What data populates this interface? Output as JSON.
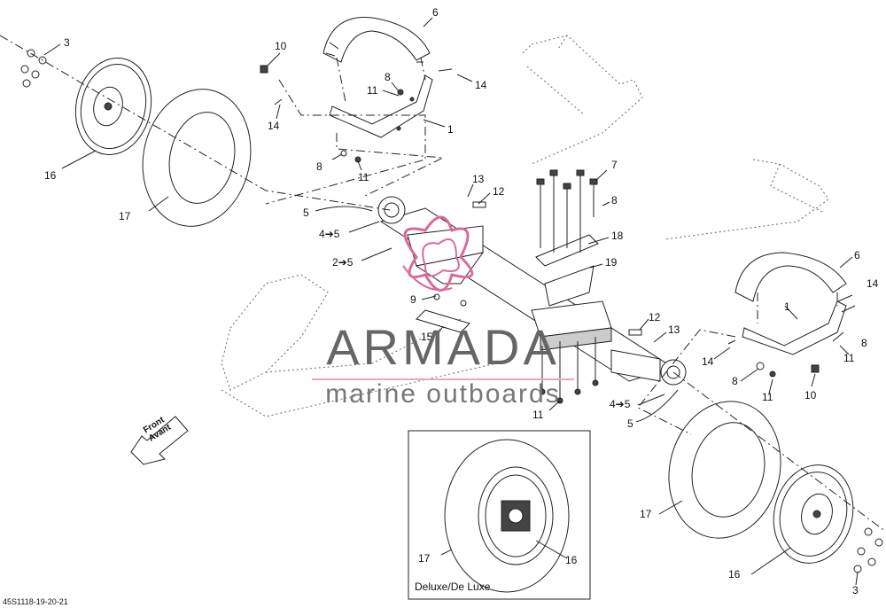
{
  "diagram": {
    "reference_code": "45S1118-19-20-21",
    "front_label": [
      "Front",
      "Avant"
    ],
    "inset_caption": "Deluxe/De Luxe",
    "brand": {
      "name": "ARMADA",
      "tagline": "marine outboards",
      "colors": {
        "text": "#666666",
        "accent": "#e7a8c4",
        "logo": "#d86a9a"
      }
    },
    "callouts": {
      "c3a": "3",
      "c6a": "6",
      "c10a": "10",
      "c8a": "8",
      "c11a": "11",
      "c14a": "14",
      "c1a": "1",
      "c14b": "14",
      "c16a": "16",
      "c8b": "8",
      "c11b": "11",
      "c17a": "17",
      "c5a": "5",
      "c45a": "4➔5",
      "c25a": "2➔5",
      "c13a": "13",
      "c12a": "12",
      "c7a": "7",
      "c8c": "8",
      "c18a": "18",
      "c19a": "19",
      "c9a": "9",
      "c15a": "15",
      "c12b": "12",
      "c13b": "13",
      "c11c": "11",
      "c45b": "4➔5",
      "c5b": "5",
      "c6b": "6",
      "c1b": "1",
      "c14c": "14",
      "c8d": "8",
      "c11d": "11",
      "c14d": "14",
      "c8e": "8",
      "c11e": "11",
      "c10b": "10",
      "c17b": "17",
      "c16b": "16",
      "c3b": "3",
      "c17c": "17",
      "c16c": "16"
    }
  }
}
